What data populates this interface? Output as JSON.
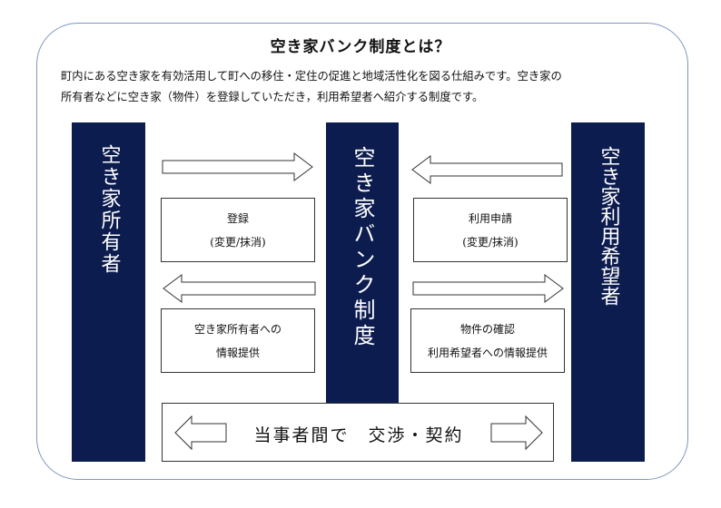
{
  "title": "空き家バンク制度とは？",
  "description": {
    "line1": "町内にある空き家を有効活用して町への移住・定住の促進と地域活性化を図る仕組みです。空き家の",
    "line2": "所有者などに空き家（物件）を登録していただき，利用希望者へ紹介する制度です。"
  },
  "columns": {
    "owner": "空き家所有者",
    "bank": "空き家バンク制度",
    "user": "空き家利用希望者"
  },
  "boxes": {
    "register": {
      "line1": "登録",
      "line2": "(変更/抹消)"
    },
    "apply": {
      "line1": "利用申請",
      "line2": "(変更/抹消)"
    },
    "owner_info": {
      "line1": "空き家所有者への",
      "line2": "情報提供"
    },
    "user_info": {
      "line1": "物件の確認",
      "line2": "利用希望者への情報提供"
    }
  },
  "bottom": {
    "text": "当事者間で　交渉・契約"
  },
  "colors": {
    "column": "#0c1c4e",
    "frame": "#7f96bd",
    "arrow_stroke": "#333333"
  },
  "icons": {
    "owner_to_bank": "arrow-right-icon",
    "user_to_bank": "arrow-left-icon",
    "bank_to_owner": "arrow-left-icon",
    "bank_to_user": "arrow-right-icon",
    "negotiation_left": "arrow-left-icon",
    "negotiation_right": "arrow-right-icon"
  }
}
